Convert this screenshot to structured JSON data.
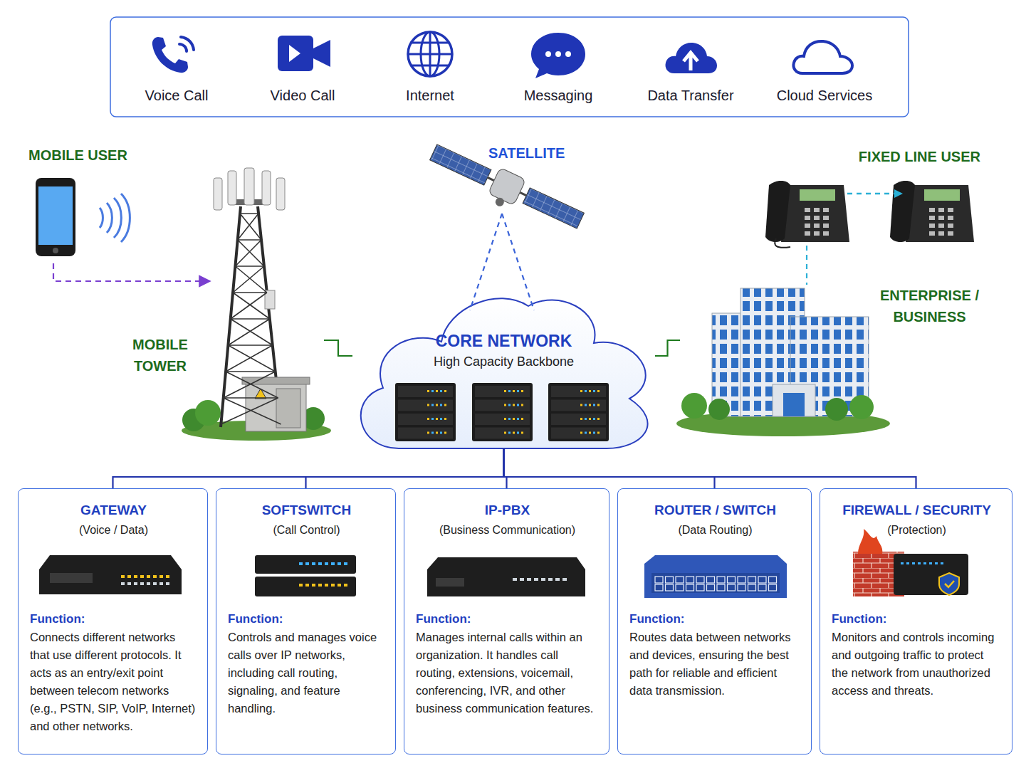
{
  "diagram": {
    "nodes": [
      {
        "text": [
          "MOBILE USER"
        ]
      },
      {
        "text": [
          "MOBILE TOWER"
        ]
      },
      {
        "text": [
          "SATELLITE"
        ]
      },
      {
        "text": [
          "CORE NETWORK",
          "High Capacity Backbone"
        ]
      },
      {
        "text": [
          "FIXED LINE USER"
        ]
      },
      {
        "text": [
          "ENTERPRISE / BUSINESS"
        ]
      },
      {
        "text": [
          "GATEWAY",
          "(Voice / Data)",
          "Function:",
          "Connects different networks that use different protocols. It acts as an entry/exit point between telecom networks (e.g., PSTN, SIP, VoIP, Internet) and other networks."
        ]
      },
      {
        "text": [
          "SOFTSWITCH",
          "(Call Control)",
          "Function:",
          "Controls and manages voice calls over IP networks, including call routing, signaling, and feature handling."
        ]
      },
      {
        "text": [
          "IP-PBX",
          "(Business Communication)",
          "Function:",
          "Manages internal calls within an organization. It handles call routing, extensions, voicemail, conferencing, IVR, and other business communication features."
        ]
      },
      {
        "text": [
          "ROUTER / SWITCH",
          "(Data Routing)",
          "Function:",
          "Routes data between networks and devices, ensuring the best path for reliable and efficient data transmission."
        ]
      },
      {
        "text": [
          "FIREWALL / SECURITY",
          "(Protection)",
          "Function:",
          "Monitors and controls incoming and outgoing traffic to protect the network from unauthorized access and threats."
        ]
      }
    ],
    "edges": [
      {
        "from": 0,
        "to": 1,
        "arrow": "to"
      },
      {
        "from": 1,
        "to": 3,
        "arrow": "none"
      },
      {
        "from": 2,
        "to": 3,
        "arrow": "none"
      },
      {
        "from": 3,
        "to": 5,
        "arrow": "none"
      },
      {
        "from": 4,
        "to": 5,
        "arrow": "none"
      },
      {
        "from": 3,
        "to": 6,
        "arrow": "none"
      },
      {
        "from": 3,
        "to": 7,
        "arrow": "none"
      },
      {
        "from": 3,
        "to": 8,
        "arrow": "none"
      },
      {
        "from": 3,
        "to": 9,
        "arrow": "none"
      },
      {
        "from": 3,
        "to": 10,
        "arrow": "none"
      }
    ],
    "labels": [
      "Voice Call",
      "Video Call",
      "Internet",
      "Messaging",
      "Data Transfer",
      "Cloud Services"
    ]
  }
}
